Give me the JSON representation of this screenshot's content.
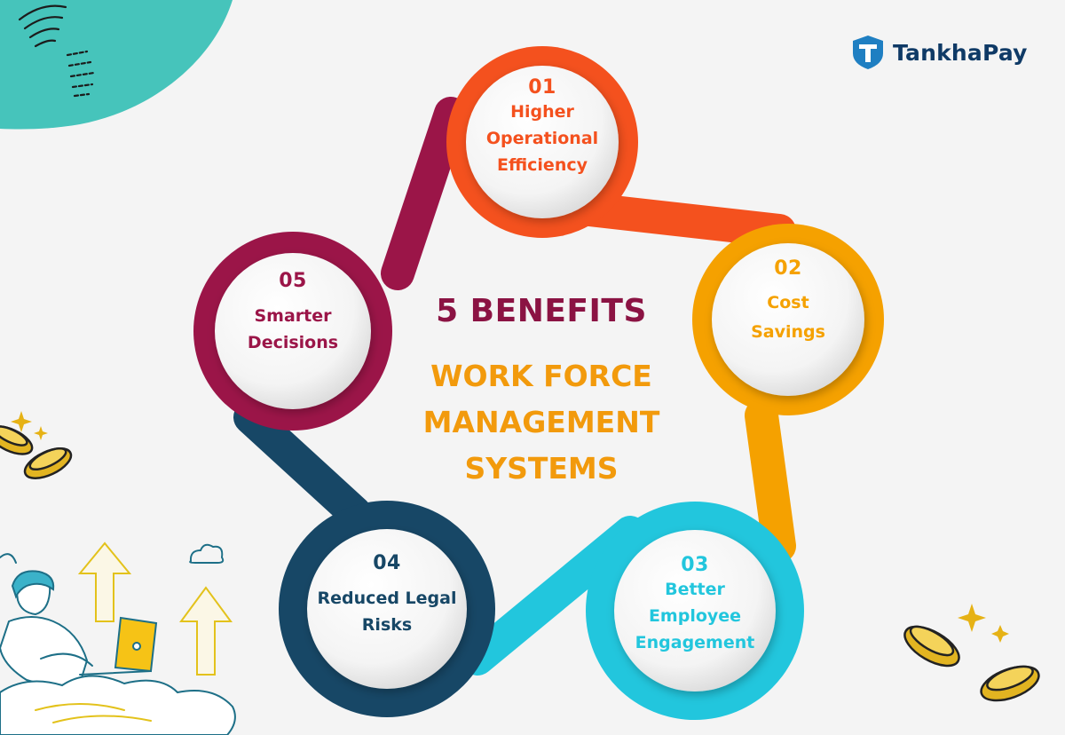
{
  "brand": {
    "name": "TankhaPay"
  },
  "center": {
    "headline": "5 BENEFITS",
    "subtitle_lines": [
      "WORK FORCE",
      "MANAGEMENT",
      "SYSTEMS"
    ]
  },
  "benefits": [
    {
      "number": "01",
      "label_lines": [
        "Higher",
        "Operational",
        "Efficiency"
      ],
      "color": "#f4511e"
    },
    {
      "number": "02",
      "label_lines": [
        "Cost",
        "Savings"
      ],
      "color": "#f5a100"
    },
    {
      "number": "03",
      "label_lines": [
        "Better",
        "Employee",
        "Engagement"
      ],
      "color": "#22c6dd"
    },
    {
      "number": "04",
      "label_lines": [
        "Reduced Legal",
        "Risks"
      ],
      "color": "#174766"
    },
    {
      "number": "05",
      "label_lines": [
        "Smarter",
        "Decisions"
      ],
      "color": "#9b1548"
    }
  ],
  "colors": {
    "background": "#f4f4f4",
    "headline": "#8b1343",
    "subtitle": "#f29a0c",
    "corner_teal": "#46c4bb",
    "logo_blue": "#1f7fc2",
    "logo_navy": "#0f3a66"
  },
  "icons": [
    "wifi-doodle-icon",
    "coins-icon",
    "sparkle-icon",
    "arrow-up-icon",
    "cloud-icon",
    "person-laptop-illustration"
  ]
}
